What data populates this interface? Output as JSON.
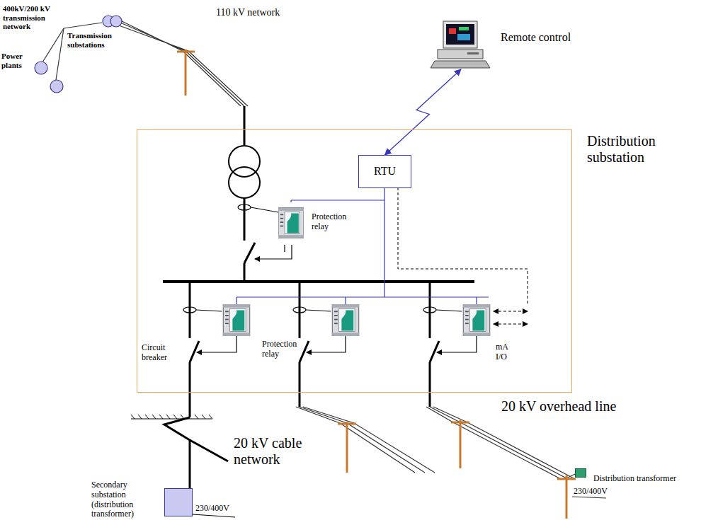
{
  "diagram": {
    "nodes": [
      {
        "text": [
          "Remote control"
        ]
      },
      {
        "text": [
          "Distribution substation"
        ]
      },
      {
        "text": [
          "RTU"
        ],
        "in": 1
      },
      {
        "text": [
          "Secondary substation (distribution transformer)"
        ]
      },
      {
        "text": [
          "Distribution transformer"
        ]
      }
    ],
    "edges": [
      {
        "from": 2,
        "to": 0,
        "arrow": "both"
      }
    ],
    "labels": [
      "400kV/200 kV transmission network",
      "Transmission substations",
      "Power plants",
      "110 kV network",
      "Protection relay",
      "Protection relay",
      "Circuit breaker",
      "mA I/O",
      "20 kV cable network",
      "20 kV overhead line",
      "230/400V",
      "230/400V"
    ]
  }
}
